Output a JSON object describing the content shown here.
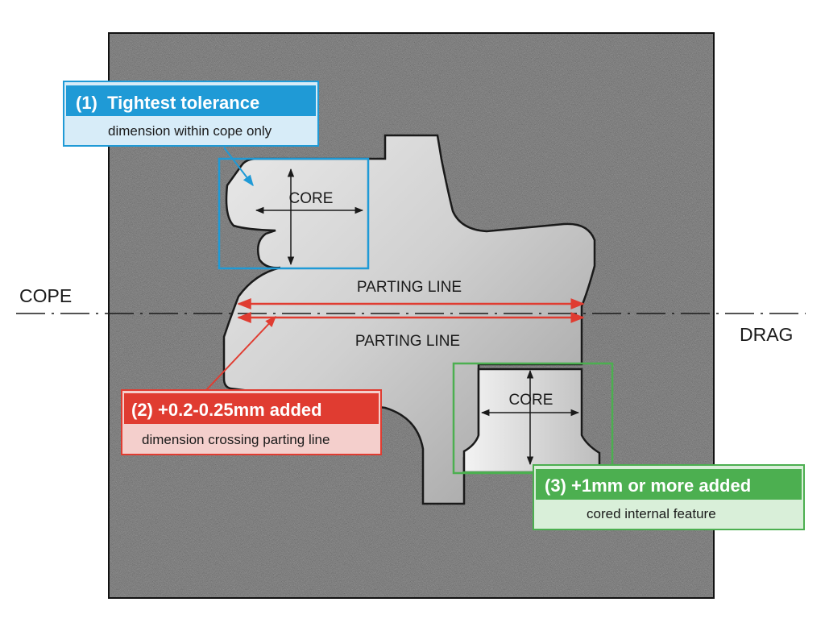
{
  "labels": {
    "cope": "COPE",
    "drag": "DRAG",
    "parting_top": "PARTING LINE",
    "parting_bottom": "PARTING LINE",
    "core_top": "CORE",
    "core_bottom": "CORE"
  },
  "callouts": {
    "tight": {
      "title": "(1)  Tightest tolerance",
      "subtitle": "dimension within cope only"
    },
    "parting": {
      "title": "(2) +0.2-0.25mm added",
      "subtitle": "dimension crossing parting line"
    },
    "cored": {
      "title": "(3) +1mm or more added",
      "subtitle": "cored internal feature"
    }
  },
  "colors": {
    "sand": "#6b6b6b",
    "casting": "#c9c9c9",
    "blue": "#1f9ad6",
    "red": "#e03c31",
    "green": "#4caf50",
    "outline": "#1a1a1a"
  }
}
